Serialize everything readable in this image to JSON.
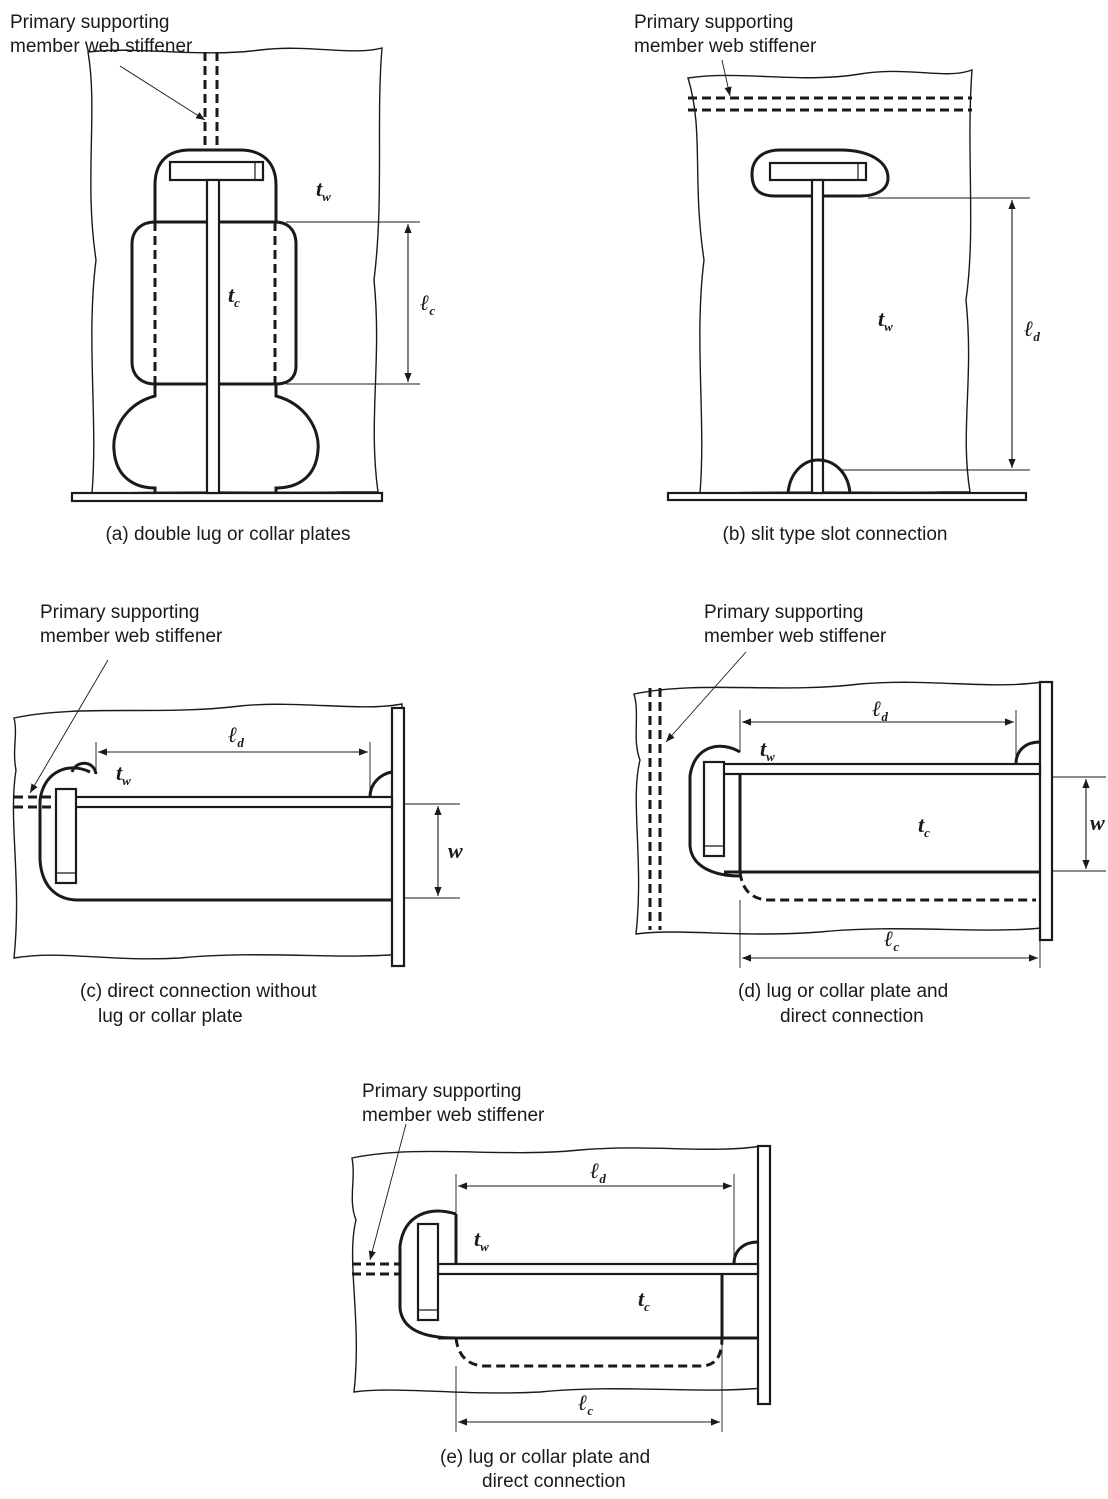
{
  "panels": {
    "a": {
      "callout": [
        "Primary supporting",
        "member web stiffener"
      ],
      "caption": "(a) double lug or collar plates",
      "symbols": {
        "tw": "t",
        "tw_sub": "w",
        "tc": "t",
        "tc_sub": "c",
        "lc": "ℓ",
        "lc_sub": "c"
      }
    },
    "b": {
      "callout": [
        "Primary supporting",
        "member web stiffener"
      ],
      "caption": "(b) slit type slot connection",
      "symbols": {
        "tw": "t",
        "tw_sub": "w",
        "ld": "ℓ",
        "ld_sub": "d"
      }
    },
    "c": {
      "callout": [
        "Primary supporting",
        "member web stiffener"
      ],
      "caption": [
        "(c) direct connection without",
        "lug or collar plate"
      ],
      "symbols": {
        "tw": "t",
        "tw_sub": "w",
        "ld": "ℓ",
        "ld_sub": "d",
        "w": "w"
      }
    },
    "d": {
      "callout": [
        "Primary supporting",
        "member web stiffener"
      ],
      "caption": [
        "(d) lug or collar plate and",
        "direct connection"
      ],
      "symbols": {
        "tw": "t",
        "tw_sub": "w",
        "tc": "t",
        "tc_sub": "c",
        "ld": "ℓ",
        "ld_sub": "d",
        "lc": "ℓ",
        "lc_sub": "c",
        "w": "w"
      }
    },
    "e": {
      "callout": [
        "Primary supporting",
        "member web stiffener"
      ],
      "caption": [
        "(e) lug or collar plate and",
        "direct connection"
      ],
      "symbols": {
        "tw": "t",
        "tw_sub": "w",
        "tc": "t",
        "tc_sub": "c",
        "ld": "ℓ",
        "ld_sub": "d",
        "lc": "ℓ",
        "lc_sub": "c"
      }
    }
  }
}
